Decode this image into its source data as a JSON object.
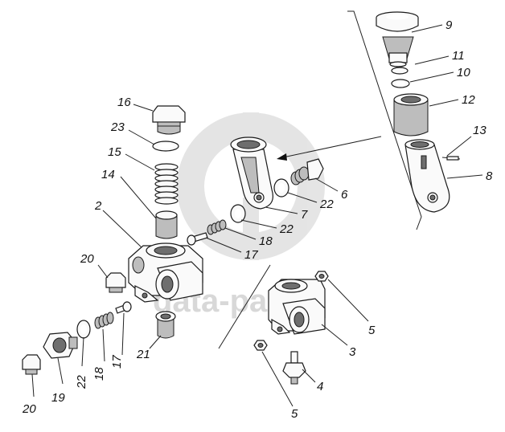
{
  "watermark": {
    "text": "data-parts",
    "color": "#d9d9d9"
  },
  "callouts": {
    "c9": "9",
    "c11": "11",
    "c10": "10",
    "c12": "12",
    "c13": "13",
    "c8": "8",
    "c16": "16",
    "c23": "23",
    "c15": "15",
    "c14": "14",
    "c2": "2",
    "c6": "6",
    "c22a": "22",
    "c7": "7",
    "c22b": "22",
    "c18a": "18",
    "c17a": "17",
    "c20a": "20",
    "c5a": "5",
    "c3": "3",
    "c21": "21",
    "c17b": "17",
    "c18b": "18",
    "c22c": "22",
    "c19": "19",
    "c20b": "20",
    "c5b": "5",
    "c4": "4"
  }
}
